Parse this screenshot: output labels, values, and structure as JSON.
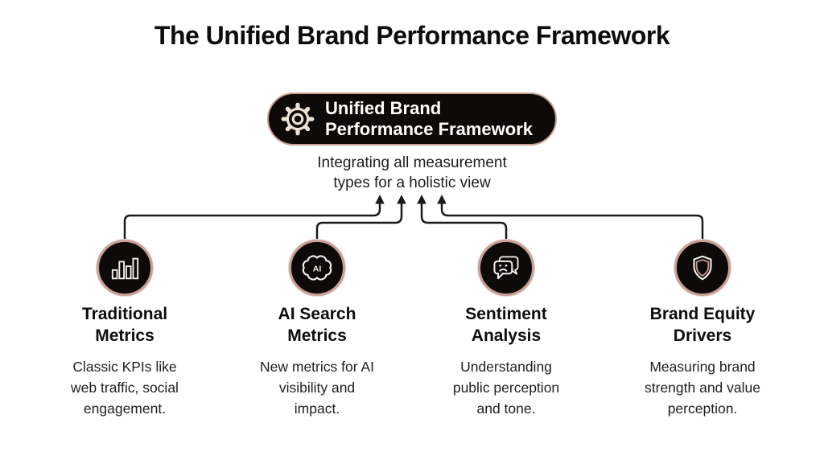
{
  "title": "The Unified Brand Performance Framework",
  "central_node": {
    "icon": "gear-icon",
    "label_lines": [
      "Unified Brand",
      "Performance Framework"
    ],
    "subtitle_lines": [
      "Integrating all measurement",
      "types for a holistic view"
    ]
  },
  "branches": [
    {
      "icon": "bar-chart-icon",
      "title_lines": [
        "Traditional",
        "Metrics"
      ],
      "description_lines": [
        "Classic KPIs like",
        "web traffic, social",
        "engagement."
      ]
    },
    {
      "icon": "ai-brain-icon",
      "icon_label": "AI",
      "title_lines": [
        "AI Search",
        "Metrics"
      ],
      "description_lines": [
        "New metrics for AI",
        "visibility and",
        "impact."
      ]
    },
    {
      "icon": "sentiment-chat-icon",
      "title_lines": [
        "Sentiment",
        "Analysis"
      ],
      "description_lines": [
        "Understanding",
        "public perception",
        "and tone."
      ]
    },
    {
      "icon": "shield-icon",
      "title_lines": [
        "Brand Equity",
        "Drivers"
      ],
      "description_lines": [
        "Measuring brand",
        "strength and value",
        "perception."
      ]
    }
  ],
  "colors": {
    "background": "#ffffff",
    "node_fill": "#0d0a08",
    "accent_border": "#c7a097",
    "icon_cream": "#ece1d4",
    "icon_white": "#f5f2ee",
    "text_primary": "#111111",
    "arrow": "#1a1a1a"
  }
}
